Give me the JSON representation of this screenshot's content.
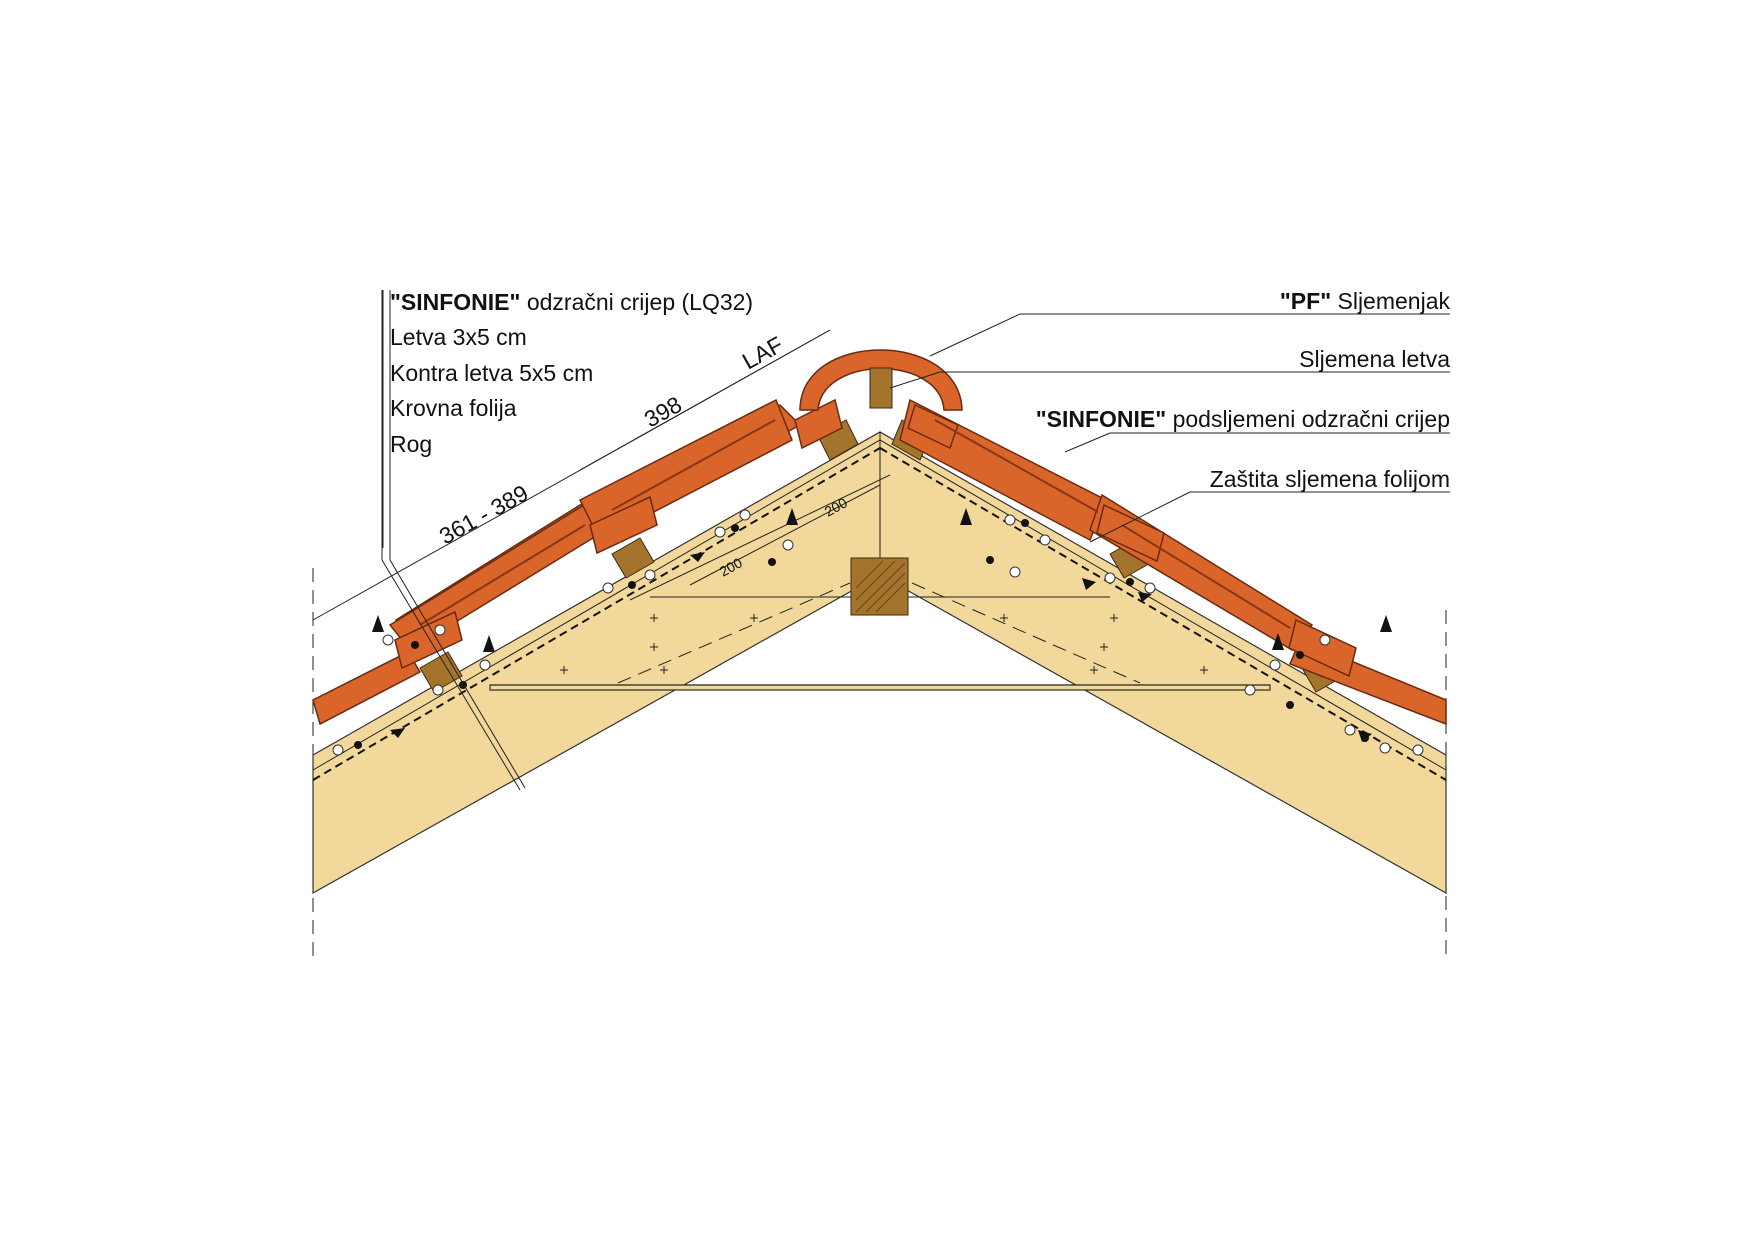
{
  "labels_left": {
    "tile_brand": "\"SINFONIE\"",
    "tile_rest": " odzračni crijep (LQ32)",
    "batten": "Letva 3x5 cm",
    "counter_batten": "Kontra letva 5x5 cm",
    "roof_foil": "Krovna folija",
    "rafter": "Rog"
  },
  "labels_right": {
    "ridge_brand": "\"PF\"",
    "ridge_rest": " Sljemenjak",
    "ridge_batten": "Sljemena letva",
    "sub_ridge_brand": "\"SINFONIE\"",
    "sub_ridge_rest": " podsljemeni odzračni crijep",
    "ridge_foil": "Zaštita sljemena folijom"
  },
  "dimensions": {
    "laf": "LAF",
    "tile_length": "398",
    "batten_spacing": "361 - 389",
    "gap_a": "200",
    "gap_b": "200"
  },
  "colors": {
    "wood": "#f3d89b",
    "tile": "#d9652b",
    "batten": "#a5742c"
  }
}
